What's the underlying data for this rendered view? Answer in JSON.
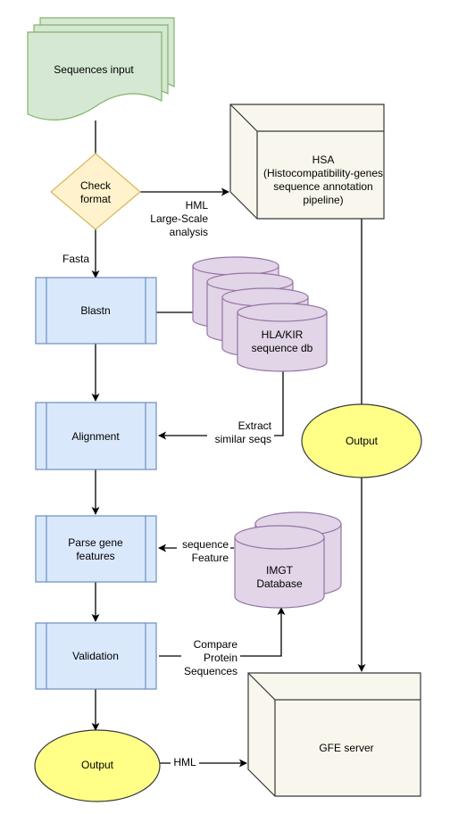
{
  "colors": {
    "doc_fill": "#d5e8d4",
    "doc_stroke": "#82b366",
    "decision_fill": "#fff2cc",
    "decision_stroke": "#d6b656",
    "process_fill": "#dae8fc",
    "process_stroke": "#6c8ebf",
    "db_fill": "#e1d5e7",
    "db_stroke": "#9673a6",
    "cube_fill": "#f9f7ed",
    "cube_stroke": "#36393d",
    "output_fill": "#ffff88",
    "output_stroke": "#36393d",
    "edge": "#000000"
  },
  "nodes": {
    "sequences_input": "Sequences input",
    "check_format": [
      "Check",
      "format"
    ],
    "hsa": [
      "HSA",
      "(Histocompatibility-genes",
      "sequence annotation",
      "pipeline)"
    ],
    "blastn": "Blastn",
    "hla_db": [
      "HLA/KIR",
      "sequence db"
    ],
    "alignment": "Alignment",
    "parse_gene": [
      "Parse gene",
      "features"
    ],
    "imgt_db": [
      "IMGT",
      "Database"
    ],
    "validation": "Validation",
    "output_left": "Output",
    "output_right": "Output",
    "gfe_server": "GFE server"
  },
  "edges": {
    "hml_large_scale": [
      "HML",
      "Large-Scale",
      "analysis"
    ],
    "fasta": "Fasta",
    "extract_similar": [
      "Extract",
      "similar seqs"
    ],
    "sequence_feature": [
      "sequence",
      "Feature"
    ],
    "compare_protein": [
      "Compare",
      "Protein",
      "Sequences"
    ],
    "hml": "HML"
  }
}
